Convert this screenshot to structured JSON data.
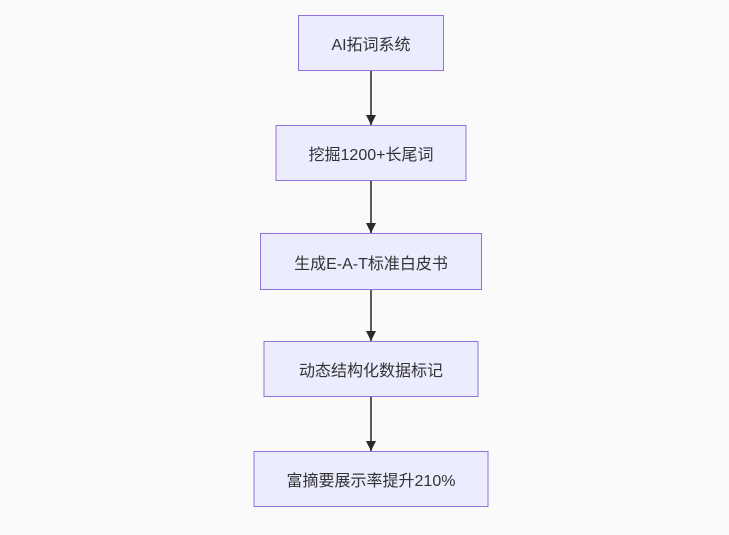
{
  "diagram": {
    "type": "flowchart",
    "direction": "top-down",
    "colors": {
      "background": "#fafafa",
      "node_fill": "#ECECFF",
      "node_border": "#9370DB",
      "text": "#333333",
      "arrow_line": "#5b5b5b",
      "arrow_head": "#2b2b2b"
    },
    "nodes": [
      {
        "id": "n1",
        "label": "AI拓词系统"
      },
      {
        "id": "n2",
        "label": "挖掘1200+长尾词"
      },
      {
        "id": "n3",
        "label": "生成E-A-T标准白皮书"
      },
      {
        "id": "n4",
        "label": "动态结构化数据标记"
      },
      {
        "id": "n5",
        "label": "富摘要展示率提升210%"
      }
    ],
    "edges": [
      {
        "from": "n1",
        "to": "n2"
      },
      {
        "from": "n2",
        "to": "n3"
      },
      {
        "from": "n3",
        "to": "n4"
      },
      {
        "from": "n4",
        "to": "n5"
      }
    ]
  }
}
